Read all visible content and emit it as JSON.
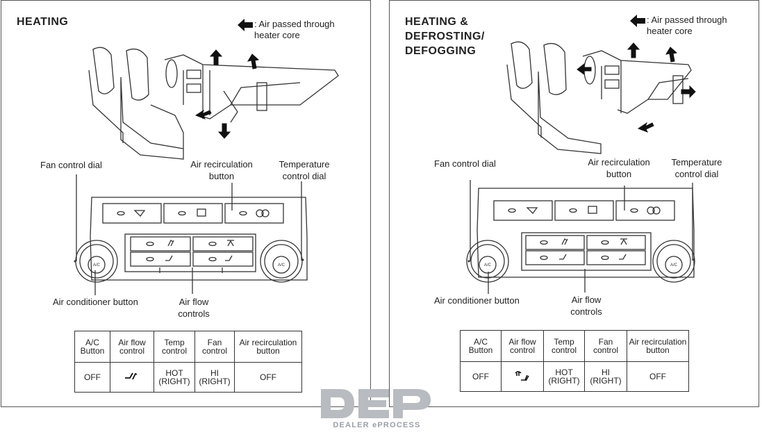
{
  "left": {
    "title_lines": [
      "HEATING"
    ],
    "legend": "Air passed through heater core",
    "labels": {
      "fan": "Fan control dial",
      "recirc": "Air recirculation button",
      "temp": "Temperature control dial",
      "ac": "Air conditioner button",
      "airflow": "Air flow controls"
    },
    "table": {
      "headers": [
        "A/C Button",
        "Air flow control",
        "Temp control",
        "Fan control",
        "Air recirculation button"
      ],
      "values": [
        "OFF",
        "",
        "HOT (RIGHT)",
        "HI (RIGHT)",
        "OFF"
      ],
      "airflow_icon": "feet-airflow-icon"
    }
  },
  "right": {
    "title_lines": [
      "HEATING &",
      "DEFROSTING/",
      "DEFOGGING"
    ],
    "legend": "Air passed through heater core",
    "labels": {
      "fan": "Fan control dial",
      "recirc": "Air recirculation button",
      "temp": "Temperature control dial",
      "ac": "Air conditioner button",
      "airflow": "Air flow controls"
    },
    "table": {
      "headers": [
        "A/C Button",
        "Air flow control",
        "Temp control",
        "Fan control",
        "Air recirculation button"
      ],
      "values": [
        "OFF",
        "",
        "HOT (RIGHT)",
        "HI (RIGHT)",
        "OFF"
      ],
      "airflow_icon": "defrost-feet-airflow-icon"
    }
  },
  "watermark": {
    "logo": "DEP",
    "text": "DEALER ePROCESS"
  },
  "colors": {
    "line": "#333333",
    "watermark": "#b8bcc0"
  }
}
